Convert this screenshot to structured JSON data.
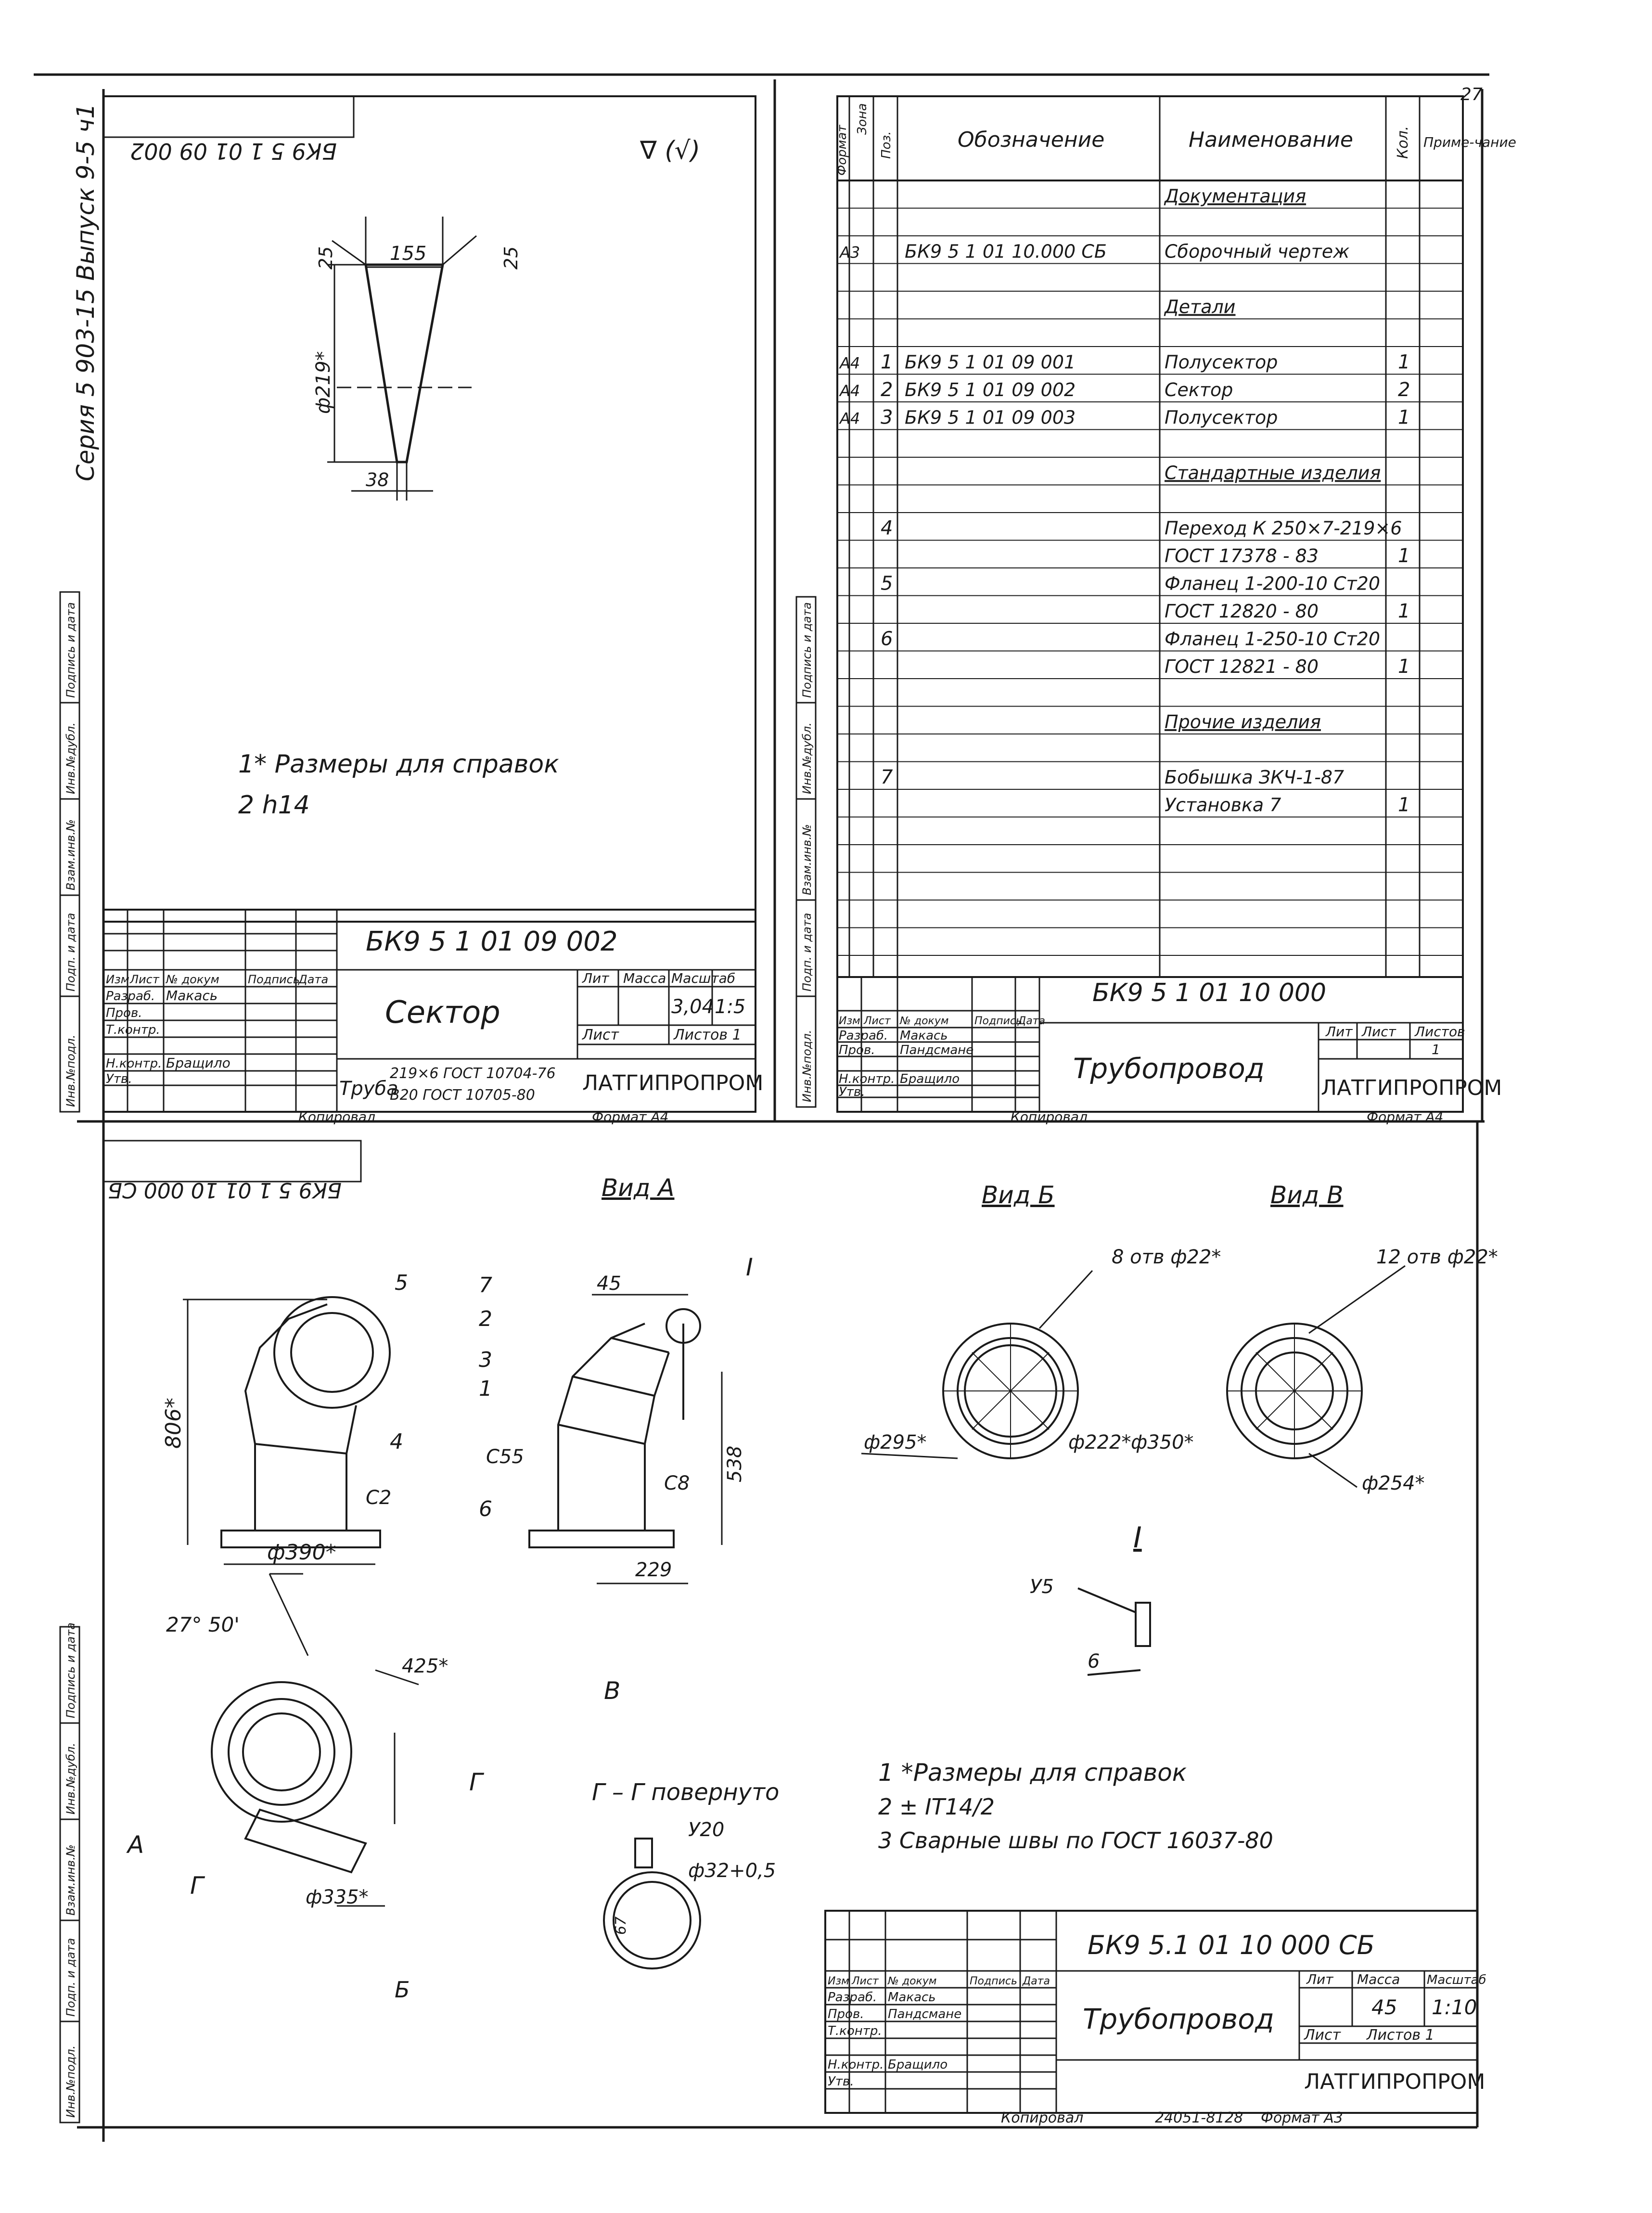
{
  "sheet": {
    "page_number": "27",
    "series_vertical": "Серия 5 903-15 Выпуск 9-5 ч1",
    "left_strip_labels": [
      "Инв.№подл.",
      "Подп. и дата",
      "Взам.инв.№",
      "Инв.№дубл.",
      "Подпись и дата"
    ],
    "bottom_stamp": "Копировал",
    "bottom_code": "24051-81",
    "bottom_num": "28",
    "bottom_format": "Формат А3"
  },
  "sector_drawing": {
    "mirrored_code": "БК9 5 1 01 09 002",
    "roughness": "∇ (√)",
    "dim_top": "155",
    "dim_angle_left": "25",
    "dim_angle_right": "25",
    "dim_diameter": "ф219*",
    "dim_bottom": "38",
    "notes": [
      "1* Размеры для справок",
      "2  h14"
    ],
    "title_block": {
      "code": "БК9 5 1 01 09 002",
      "name": "Сектор",
      "material": "Труба 219×6 ГОСТ 10704-76 / В20 ГОСТ 10705-80",
      "material_line1": "219×6  ГОСТ 10704-76",
      "material_line2": "В20  ГОСТ 10705-80",
      "material_prefix": "Труба",
      "mass": "3,04",
      "scale": "1:5",
      "sheet": "Лист",
      "sheets": "Листов 1",
      "org": "ЛАТГИПРОПРОМ",
      "hdr": [
        "Изм",
        "Лист",
        "№ докум",
        "Подпись",
        "Дата"
      ],
      "roles": [
        "Разраб.",
        "Пров.",
        "Т.контр.",
        "Н.контр.",
        "Утв."
      ],
      "names": [
        "Макась",
        "",
        "",
        "Бращило",
        ""
      ],
      "col_lit": "Лит",
      "col_mass": "Масса",
      "col_scale": "Масштаб",
      "copied": "Копировал",
      "format": "Формат А4"
    }
  },
  "spec_table": {
    "headers": [
      "Формат",
      "Зона",
      "Поз.",
      "Обозначение",
      "Наименование",
      "Кол.",
      "Приме-чание"
    ],
    "rows": [
      {
        "fmt": "",
        "pos": "",
        "code": "",
        "name": "Документация",
        "qty": "",
        "u": true
      },
      {
        "fmt": "А3",
        "pos": "",
        "code": "БК9 5 1 01 10.000 СБ",
        "name": "Сборочный чертеж",
        "qty": ""
      },
      {
        "fmt": "",
        "pos": "",
        "code": "",
        "name": "Детали",
        "qty": "",
        "u": true
      },
      {
        "fmt": "А4",
        "pos": "1",
        "code": "БК9 5 1 01 09 001",
        "name": "Полусектор",
        "qty": "1"
      },
      {
        "fmt": "А4",
        "pos": "2",
        "code": "БК9 5 1 01 09 002",
        "name": "Сектор",
        "qty": "2"
      },
      {
        "fmt": "А4",
        "pos": "3",
        "code": "БК9 5 1 01 09 003",
        "name": "Полусектор",
        "qty": "1"
      },
      {
        "fmt": "",
        "pos": "",
        "code": "",
        "name": "Стандартные изделия",
        "qty": "",
        "u": true
      },
      {
        "fmt": "",
        "pos": "4",
        "code": "",
        "name": "Переход К 250×7-219×6",
        "qty": ""
      },
      {
        "fmt": "",
        "pos": "",
        "code": "",
        "name": "ГОСТ 17378 - 83",
        "qty": "1"
      },
      {
        "fmt": "",
        "pos": "5",
        "code": "",
        "name": "Фланец 1-200-10 Ст20",
        "qty": ""
      },
      {
        "fmt": "",
        "pos": "",
        "code": "",
        "name": "ГОСТ 12820 - 80",
        "qty": "1"
      },
      {
        "fmt": "",
        "pos": "6",
        "code": "",
        "name": "Фланец 1-250-10 Ст20",
        "qty": ""
      },
      {
        "fmt": "",
        "pos": "",
        "code": "",
        "name": "ГОСТ 12821 - 80",
        "qty": "1"
      },
      {
        "fmt": "",
        "pos": "",
        "code": "",
        "name": "Прочие изделия",
        "qty": "",
        "u": true
      },
      {
        "fmt": "",
        "pos": "7",
        "code": "",
        "name": "Бобышка ЗКЧ-1-87",
        "qty": ""
      },
      {
        "fmt": "",
        "pos": "",
        "code": "",
        "name": "Установка 7",
        "qty": "1"
      }
    ],
    "title_block": {
      "code": "БК9 5 1 01 10 000",
      "name": "Трубопровод",
      "org": "ЛАТГИПРОПРОМ",
      "sheet": "Лист",
      "sheets": "Листов",
      "sheets_n": "1",
      "col_lit": "Лит",
      "hdr": [
        "Изм",
        "Лист",
        "№ докум",
        "Подпись",
        "Дата"
      ],
      "roles": [
        "Разраб.",
        "Пров.",
        "Н.контр.",
        "Утв."
      ],
      "names": [
        "Макась",
        "Пандсмане",
        "Бращило",
        ""
      ],
      "copied": "Копировал",
      "format": "Формат А4"
    }
  },
  "assembly": {
    "mirrored_code": "БК9 5 1 01 10 000 СБ",
    "view_a": "Вид А",
    "view_b": "Вид Б",
    "view_v": "Вид В",
    "section": "Г – Г повернуто",
    "detail": "I",
    "labels": {
      "p5": "5",
      "p7": "7",
      "p2": "2",
      "p3": "3",
      "p1": "1",
      "p4": "4",
      "p6": "6",
      "d45": "45",
      "d806": "806*",
      "c2": "С2",
      "c55": "С55",
      "c8": "С8",
      "d538": "538",
      "d229": "229",
      "d390": "ф390*",
      "holes8": "8 отв ф22*",
      "holes12": "12 отв ф22*",
      "d295": "ф295*",
      "d222": "ф222*",
      "d350": "ф350*",
      "d254": "ф254*",
      "u5": "У5",
      "u6": "6",
      "ang": "27° 50'",
      "d425": "425*",
      "d335": "ф335*",
      "u20": "У20",
      "d32": "ф32+0,5",
      "arrowA": "А",
      "arrowB": "В",
      "arrowG": "Г",
      "arrowBb": "Б",
      "d67": "67"
    },
    "notes": [
      "1  *Размеры для справок",
      "2  ± IT14/2",
      "3  Сварные швы по ГОСТ 16037-80"
    ],
    "title_block": {
      "code": "БК9 5.1 01 10 000 СБ",
      "name": "Трубопровод",
      "mass": "45",
      "scale": "1:10",
      "org": "ЛАТГИПРОПРОМ",
      "sheet": "Лист",
      "sheets": "Листов 1",
      "col_lit": "Лит",
      "col_mass": "Масса",
      "col_scale": "Масштаб",
      "hdr": [
        "Изм",
        "Лист",
        "№ докум",
        "Подпись",
        "Дата"
      ],
      "roles": [
        "Разраб.",
        "Пров.",
        "Т.контр.",
        "Н.контр.",
        "Утв."
      ],
      "names": [
        "Макась",
        "Пандсмане",
        "",
        "Бращило",
        ""
      ]
    }
  }
}
